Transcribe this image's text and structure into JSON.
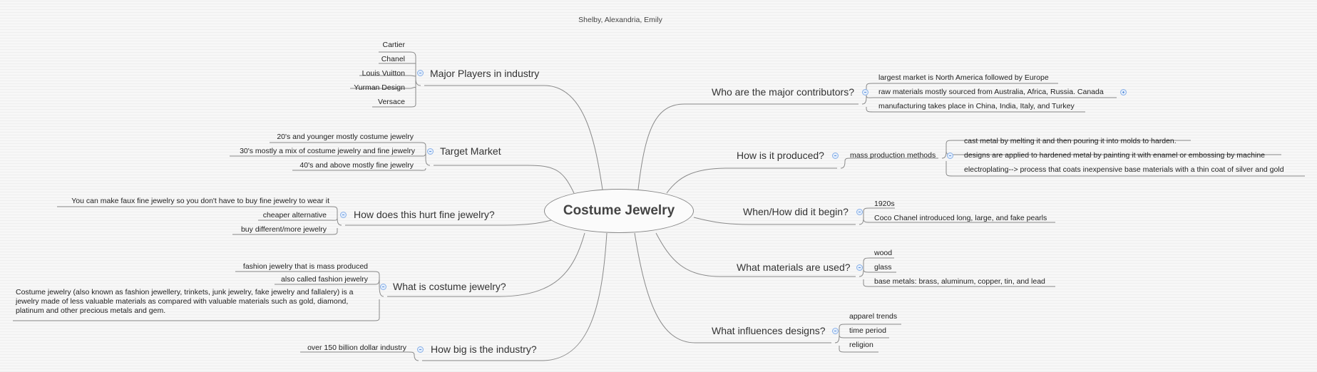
{
  "title": "Shelby, Alexandria, Emily",
  "central": "Costume Jewelry",
  "left": {
    "major_players": {
      "label": "Major Players in industry",
      "items": [
        "Cartier",
        "Chanel",
        "Louis Vuitton",
        "Yurman Design",
        "Versace"
      ]
    },
    "target_market": {
      "label": "Target Market",
      "items": [
        "20's and younger mostly costume jewelry",
        "30's mostly a mix of costume jewelry and fine jewelry",
        "40's and above mostly fine jewelry"
      ]
    },
    "hurt": {
      "label": "How does this hurt fine jewelry?",
      "items": [
        "You can make faux fine jewelry so you don't have to buy fine jewelry to wear it",
        "cheaper alternative",
        "buy different/more jewelry"
      ]
    },
    "what_is": {
      "label": "What is costume jewelry?",
      "items": [
        "fashion jewelry that is mass produced",
        "also called fashion jewelry",
        "Costume jewelry (also known as fashion jewellery, trinkets, junk jewelry, fake jewelry and fallalery) is a jewelry made of less valuable materials as compared with valuable materials such as gold, diamond, platinum and other precious metals and gem."
      ]
    },
    "how_big": {
      "label": "How big is the industry?",
      "items": [
        "over 150 billion dollar industry"
      ]
    }
  },
  "right": {
    "contributors": {
      "label": "Who are the major contributors?",
      "items": [
        "largest market is North America followed by Europe",
        "raw materials mostly sourced from Australia, Africa, Russia. Canada",
        "manufacturing takes place in China, India, Italy, and Turkey"
      ]
    },
    "produced": {
      "label": "How is it produced?",
      "sub": "mass production methods",
      "items": [
        "cast metal by melting it and then pouring it into molds to harden.",
        "designs are applied to hardened metal by painting it with enamel or embossing by machine",
        "electroplating--> process that coats inexpensive base materials with a thin coat of silver and gold"
      ]
    },
    "begin": {
      "label": "When/How did it begin?",
      "items": [
        "1920s",
        "Coco Chanel introduced long, large, and fake pearls"
      ]
    },
    "materials": {
      "label": "What materials are used?",
      "items": [
        "wood",
        "glass",
        "base metals: brass, aluminum, copper, tin, and lead"
      ]
    },
    "influences": {
      "label": "What influences designs?",
      "items": [
        "apparel trends",
        "time period",
        "religion"
      ]
    }
  },
  "colors": {
    "line": "#8a8a8a",
    "toggle_fill": "#e3eefc",
    "toggle_border": "#8ab1e8",
    "background": "#f7f7f7"
  },
  "icons": {
    "collapse": "collapse-toggle-icon",
    "expand": "expand-toggle-icon"
  }
}
